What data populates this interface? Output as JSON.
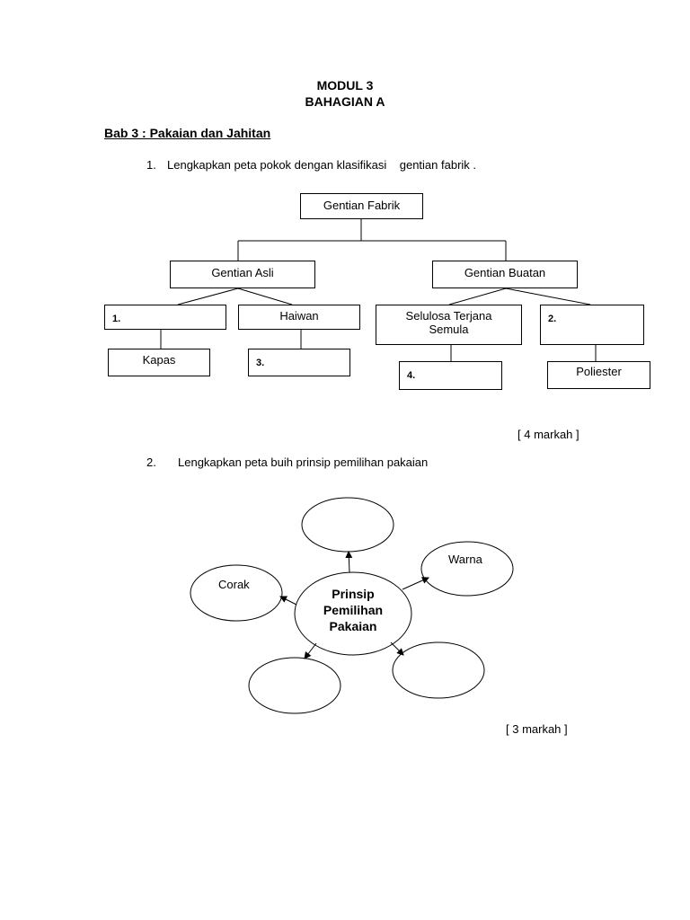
{
  "header": {
    "title_line1": "MODUL 3",
    "title_line2": "BAHAGIAN A"
  },
  "section_heading": "Bab 3 : Pakaian dan Jahitan",
  "question1": {
    "number": "1.",
    "text": "Lengkapkan peta pokok dengan klasifikasi    gentian fabrik .",
    "tree": {
      "root": "Gentian Fabrik",
      "left_branch": "Gentian Asli",
      "right_branch": "Gentian Buatan",
      "blank1": "1.",
      "haiwan": "Haiwan",
      "selulosa_line1": "Selulosa    Terjana",
      "selulosa_line2": "Semula",
      "blank2": "2.",
      "kapas": "Kapas",
      "blank3": "3.",
      "blank4": "4.",
      "poliester": "Poliester"
    },
    "marks": "[ 4 markah ]"
  },
  "question2": {
    "number": "2.",
    "text": "Lengkapkan peta buih prinsip pemilihan pakaian",
    "bubble": {
      "center_line1": "Prinsip",
      "center_line2": "Pemilihan",
      "center_line3": "Pakaian",
      "warna": "Warna",
      "corak": "Corak"
    },
    "marks": "[ 3 markah ]"
  }
}
